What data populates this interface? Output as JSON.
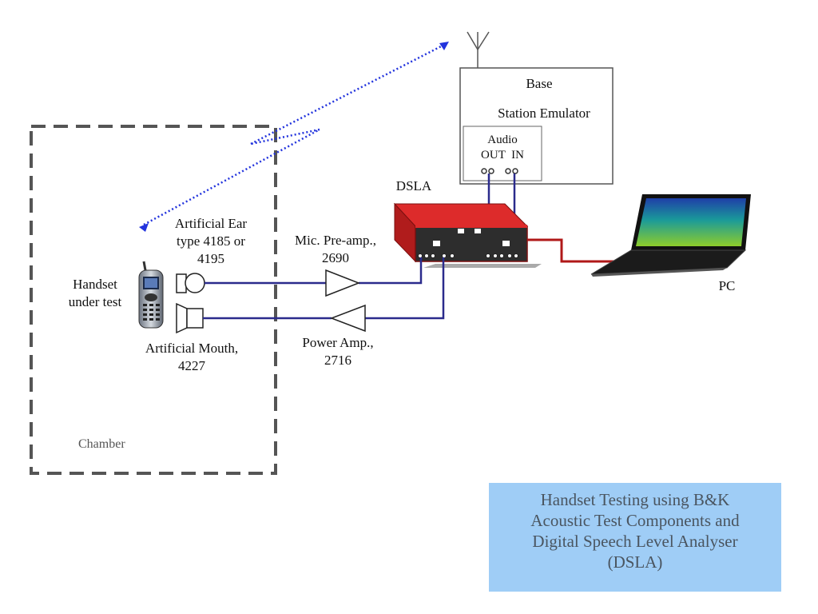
{
  "base_station": {
    "line1": "Base",
    "line2": "Station Emulator",
    "audio_label": "Audio",
    "out_in": "OUT  IN"
  },
  "dsla_label": "DSLA",
  "pc_label": "PC",
  "artificial_ear": {
    "line1": "Artificial Ear",
    "line2": "type 4185 or",
    "line3": "4195"
  },
  "handset": {
    "line1": "Handset",
    "line2": "under test"
  },
  "artificial_mouth": {
    "line1": "Artificial Mouth,",
    "line2": "4227"
  },
  "mic_preamp": {
    "line1": "Mic. Pre-amp.,",
    "line2": "2690"
  },
  "power_amp": {
    "line1": "Power Amp.,",
    "line2": "2716"
  },
  "chamber_label": "Chamber",
  "caption": {
    "line1": "Handset Testing using B&K",
    "line2": "Acoustic Test Components and",
    "line3": "Digital Speech Level Analyser",
    "line4": "(DSLA)"
  },
  "colors": {
    "signal_line": "#2b2b8c",
    "pc_cable": "#b01818",
    "radio_link": "#2233dd",
    "dsla_body": "#cc2222",
    "caption_bg": "#9fcdf6"
  }
}
